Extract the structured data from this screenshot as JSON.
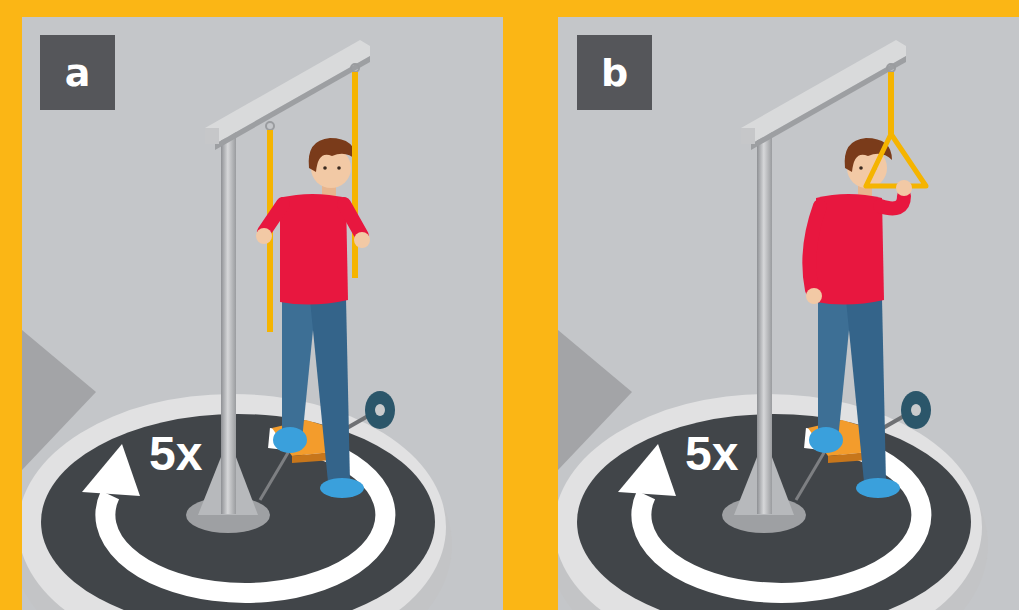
{
  "diagram": {
    "nodes": [
      {
        "text": [
          "a"
        ]
      },
      {
        "text": [
          "b"
        ]
      }
    ],
    "labels": [
      "5x",
      "5x"
    ]
  }
}
